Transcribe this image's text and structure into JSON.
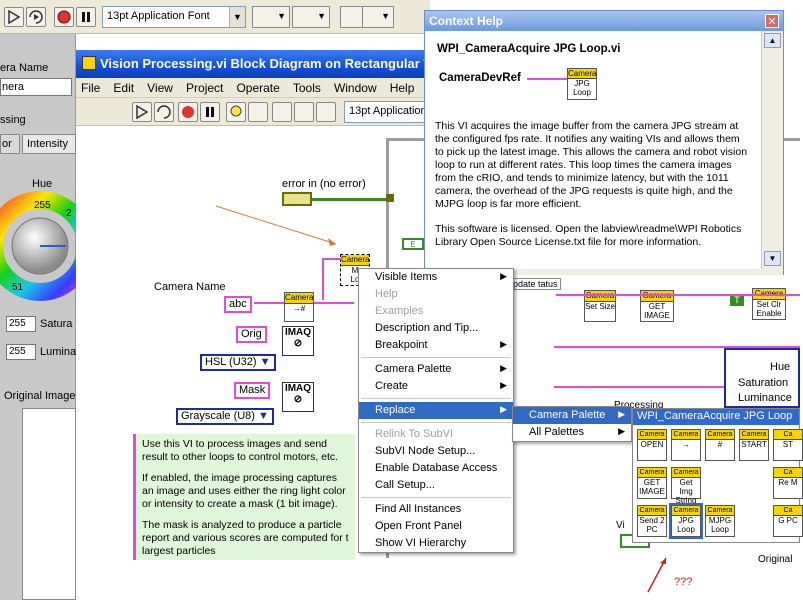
{
  "toolbar": {
    "font_select": "13pt Application Font"
  },
  "front_panel": {
    "camera_name_label": "era Name",
    "camera_name_value": "nera",
    "processing_label": "ssing",
    "tab_or": "or",
    "tab_intensity": "Intensity",
    "hue_label": "Hue",
    "dial_top": "255",
    "dial_right": "2",
    "dial_left": "51",
    "sat_value": "255",
    "sat_label": "Satura",
    "lum_value": "255",
    "lum_label": "Lumina",
    "original_image_label": "Original Image"
  },
  "block_diagram": {
    "title": "Vision Processing.vi Block Diagram on Rectangular Ta",
    "menu": [
      "File",
      "Edit",
      "View",
      "Project",
      "Operate",
      "Tools",
      "Window",
      "Help"
    ],
    "font_select": "13pt Application",
    "error_in_label": "error in (no error)",
    "camera_name_label": "Camera Name",
    "const_abc": "abc",
    "const_orig": "Orig",
    "const_mask": "Mask",
    "ring_hsl": "HSL (U32)",
    "ring_gray": "Grayscale (U8)",
    "node_camera": "Camera",
    "node_imaq": "IMAQ",
    "set_size": "Set Size",
    "get_image": "GET IMAGE",
    "set_clr_enable": "Set Clr Enable",
    "update_status": "pdate tatus",
    "hue_r": "Hue",
    "saturation_r": "Saturation",
    "luminance_r": "Luminance",
    "processing_r": "Processing",
    "vi_r": "Vi",
    "original_r": "Original",
    "comment": [
      "Use this VI to process images and send result to other loops to control motors, etc.",
      "If enabled, the image processing captures an image and uses either the ring light color or intensity to create a mask (1 bit image).",
      "The mask is analyzed to produce a particle report and various scores are computed for t largest particles"
    ],
    "annotation": "???"
  },
  "context_help": {
    "title": "Context Help",
    "vi_name": "WPI_CameraAcquire JPG Loop.vi",
    "terminal": "CameraDevRef",
    "icon_header": "Camera",
    "icon_body": "JPG Loop",
    "description": "This VI acquires the image buffer from the camera JPG stream at the configured fps rate. It notifies any waiting VIs and allows them to pick up the latest image. This allows the camera and robot vision loop to run at different rates. This loop times the camera images from the cRIO, and tends to minimize latency, but with the 1011 camera, the overhead of the JPG requests is quite high, and the MJPG loop is far more efficient.",
    "license": "This software is licensed. Open the labview\\readme\\WPI Robotics Library Open Source License.txt file for more information."
  },
  "context_menu": {
    "items": [
      {
        "label": "Visible Items",
        "sub": true,
        "disabled": false
      },
      {
        "label": "Help",
        "sub": false,
        "disabled": true
      },
      {
        "label": "Examples",
        "sub": false,
        "disabled": true
      },
      {
        "label": "Description and Tip...",
        "sub": false,
        "disabled": false
      },
      {
        "label": "Breakpoint",
        "sub": true,
        "disabled": false
      },
      {
        "sep": true
      },
      {
        "label": "Camera Palette",
        "sub": true,
        "disabled": false
      },
      {
        "label": "Create",
        "sub": true,
        "disabled": false
      },
      {
        "sep": true
      },
      {
        "label": "Replace",
        "sub": true,
        "disabled": false,
        "selected": true
      },
      {
        "sep": true
      },
      {
        "label": "Relink To SubVI",
        "sub": false,
        "disabled": true
      },
      {
        "label": "SubVI Node Setup...",
        "sub": false,
        "disabled": false
      },
      {
        "label": "Enable Database Access",
        "sub": false,
        "disabled": false
      },
      {
        "label": "Call Setup...",
        "sub": false,
        "disabled": false
      },
      {
        "sep": true
      },
      {
        "label": "Find All Instances",
        "sub": false,
        "disabled": false
      },
      {
        "label": "Open Front Panel",
        "sub": false,
        "disabled": false
      },
      {
        "label": "Show VI Hierarchy",
        "sub": false,
        "disabled": false
      }
    ]
  },
  "replace_submenu": {
    "items": [
      {
        "label": "Camera Palette",
        "selected": true
      },
      {
        "label": "All Palettes",
        "selected": false
      }
    ]
  },
  "palette": {
    "title": "WPI_CameraAcquire JPG Loop",
    "icons": [
      {
        "hdr": "Camera",
        "body": "OPEN"
      },
      {
        "hdr": "Camera",
        "body": "→"
      },
      {
        "hdr": "Camera",
        "body": "#"
      },
      {
        "hdr": "Camera",
        "body": "START"
      },
      {
        "hdr": "Ca",
        "body": "ST"
      },
      {
        "hdr": "Camera",
        "body": "GET IMAGE"
      },
      {
        "hdr": "Camera",
        "body": "Get Img String"
      },
      {
        "hdr": "",
        "body": ""
      },
      {
        "hdr": "",
        "body": ""
      },
      {
        "hdr": "Ca",
        "body": "Re M"
      },
      {
        "hdr": "Camera",
        "body": "Send 2 PC"
      },
      {
        "hdr": "Camera",
        "body": "JPG Loop"
      },
      {
        "hdr": "Camera",
        "body": "MJPG Loop"
      },
      {
        "hdr": "",
        "body": ""
      },
      {
        "hdr": "Ca",
        "body": "G PC"
      }
    ]
  }
}
